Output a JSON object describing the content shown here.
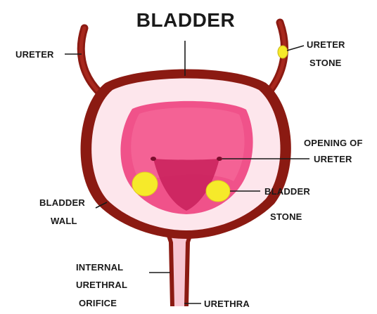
{
  "title": "BLADDER",
  "labels": {
    "ureter": "URETER",
    "ureter_stone": [
      "URETER",
      "STONE"
    ],
    "opening_of_ureter": [
      "OPENING OF",
      "URETER"
    ],
    "bladder_stone": [
      "BLADDER",
      "STONE"
    ],
    "bladder_wall": [
      "BLADDER",
      "WALL"
    ],
    "internal_urethral_orifice": [
      "INTERNAL",
      "URETHRAL",
      "ORIFICE"
    ],
    "urethra": "URETHRA"
  },
  "colors": {
    "wall": "#8b1a12",
    "wall_inner": "#fde6ec",
    "mucosa": "#f0528a",
    "mucosa_dark": "#c8205a",
    "stone": "#f6ea2a",
    "urethra_fill": "#f7c7d3"
  }
}
